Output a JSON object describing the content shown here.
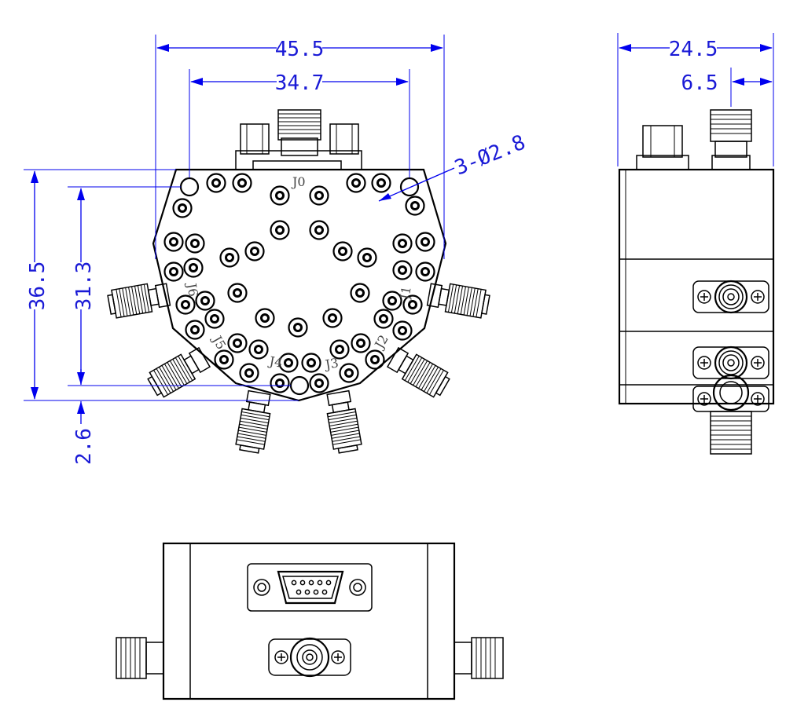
{
  "colors": {
    "outline": "#000000",
    "dimension": "#0000ee",
    "background": "#ffffff"
  },
  "dimensions": {
    "overall_width": "45.5",
    "hole_spacing": "34.7",
    "side_depth": "24.5",
    "side_connector_offset": "6.5",
    "overall_height": "36.5",
    "hole_height": "31.3",
    "bottom_offset": "2.6",
    "holes_callout": "3-Ø2.8"
  },
  "ports": {
    "j0": "J0",
    "j1": "J1",
    "j2": "J2",
    "j3": "J3",
    "j4": "J4",
    "j5": "J5",
    "j6": "J6"
  }
}
